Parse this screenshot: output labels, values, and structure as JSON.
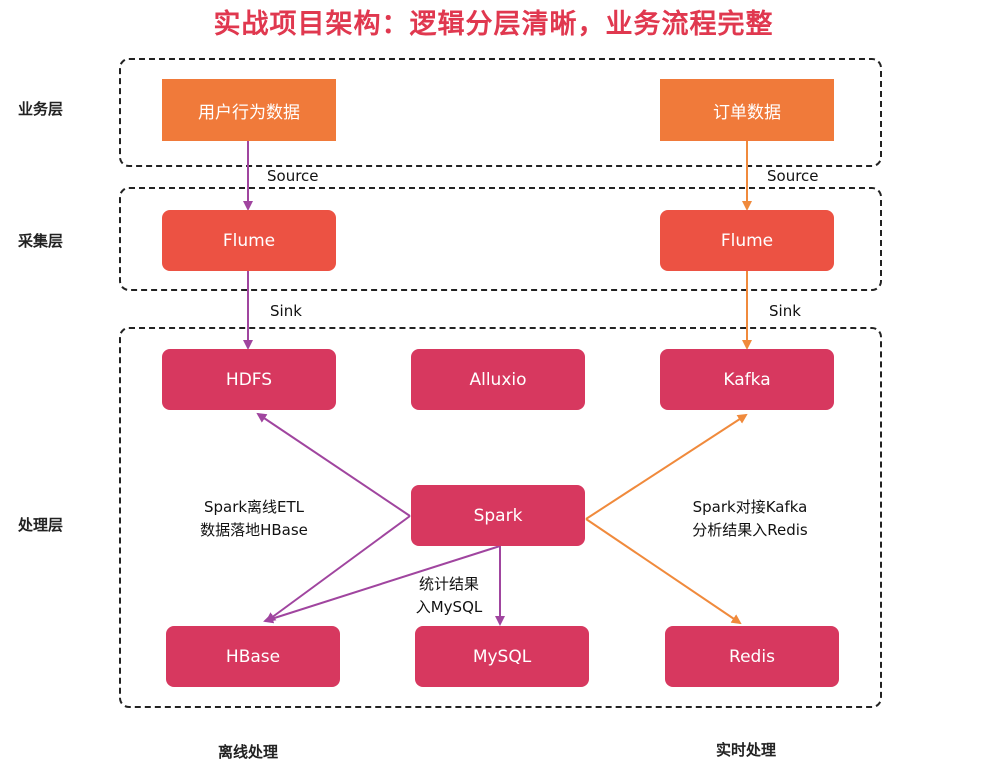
{
  "title": "实战项目架构：逻辑分层清晰，业务流程完整",
  "colors": {
    "title": "#e0384f",
    "source_box": "#f07a3a",
    "collect_box": "#ec5243",
    "process_box": "#d7385f",
    "offline_arrow": "#a0459f",
    "realtime_arrow": "#f08a3c"
  },
  "layers": {
    "business": "业务层",
    "collection": "采集层",
    "processing": "处理层"
  },
  "nodes": {
    "user_behavior": "用户行为数据",
    "order_data": "订单数据",
    "flume_left": "Flume",
    "flume_right": "Flume",
    "hdfs": "HDFS",
    "alluxio": "Alluxio",
    "kafka": "Kafka",
    "spark": "Spark",
    "hbase": "HBase",
    "mysql": "MySQL",
    "redis": "Redis"
  },
  "edge_labels": {
    "source_left": "Source",
    "source_right": "Source",
    "sink_left": "Sink",
    "sink_right": "Sink"
  },
  "notes": {
    "offline_line1": "Spark离线ETL",
    "offline_line2": "数据落地HBase",
    "mysql_line1": "统计结果",
    "mysql_line2": "入MySQL",
    "realtime_line1": "Spark对接Kafka",
    "realtime_line2": "分析结果入Redis"
  },
  "footer": {
    "offline": "离线处理",
    "realtime": "实时处理"
  },
  "edges": [
    {
      "from": "user_behavior",
      "to": "flume_left",
      "type": "offline"
    },
    {
      "from": "flume_left",
      "to": "hdfs",
      "type": "offline"
    },
    {
      "from": "order_data",
      "to": "flume_right",
      "type": "realtime"
    },
    {
      "from": "flume_right",
      "to": "kafka",
      "type": "realtime"
    },
    {
      "from": "spark",
      "to": "hdfs",
      "type": "offline"
    },
    {
      "from": "spark",
      "to": "hbase",
      "type": "offline"
    },
    {
      "from": "spark",
      "to": "hbase",
      "type": "offline"
    },
    {
      "from": "spark",
      "to": "mysql",
      "type": "offline"
    },
    {
      "from": "spark",
      "to": "kafka",
      "type": "realtime"
    },
    {
      "from": "spark",
      "to": "redis",
      "type": "realtime"
    }
  ]
}
